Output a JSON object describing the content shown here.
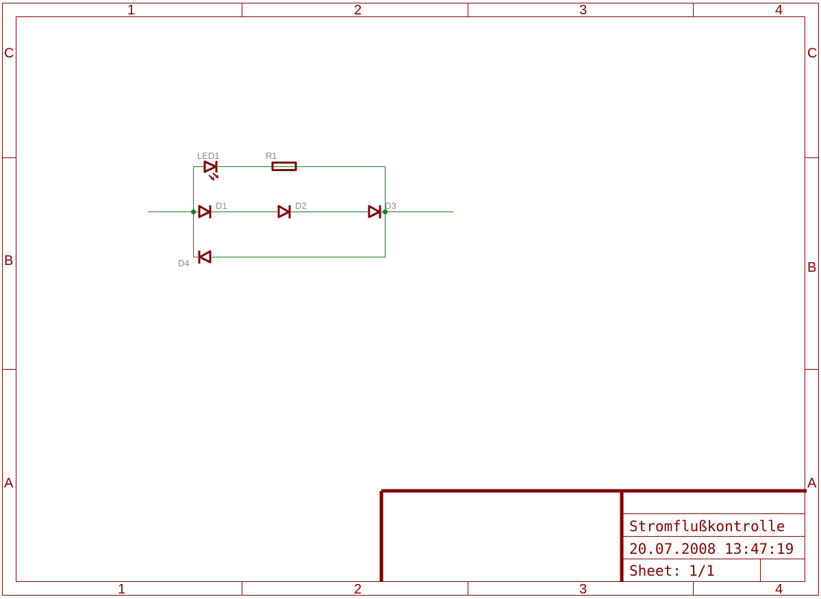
{
  "frame": {
    "columns": [
      "1",
      "2",
      "3",
      "4"
    ],
    "rows": [
      "C",
      "B",
      "A"
    ]
  },
  "parts": {
    "led1": "LED1",
    "r1": "R1",
    "d1": "D1",
    "d2": "D2",
    "d3": "D3",
    "d4": "D4"
  },
  "title_block": {
    "title": "Stromflußkontrolle",
    "datetime": "20.07.2008 13:47:19",
    "sheet_label": "Sheet:",
    "sheet_value": "1/1"
  },
  "colors": {
    "frame": "#800000",
    "wire": "#108010",
    "label": "#8a8a8a"
  }
}
